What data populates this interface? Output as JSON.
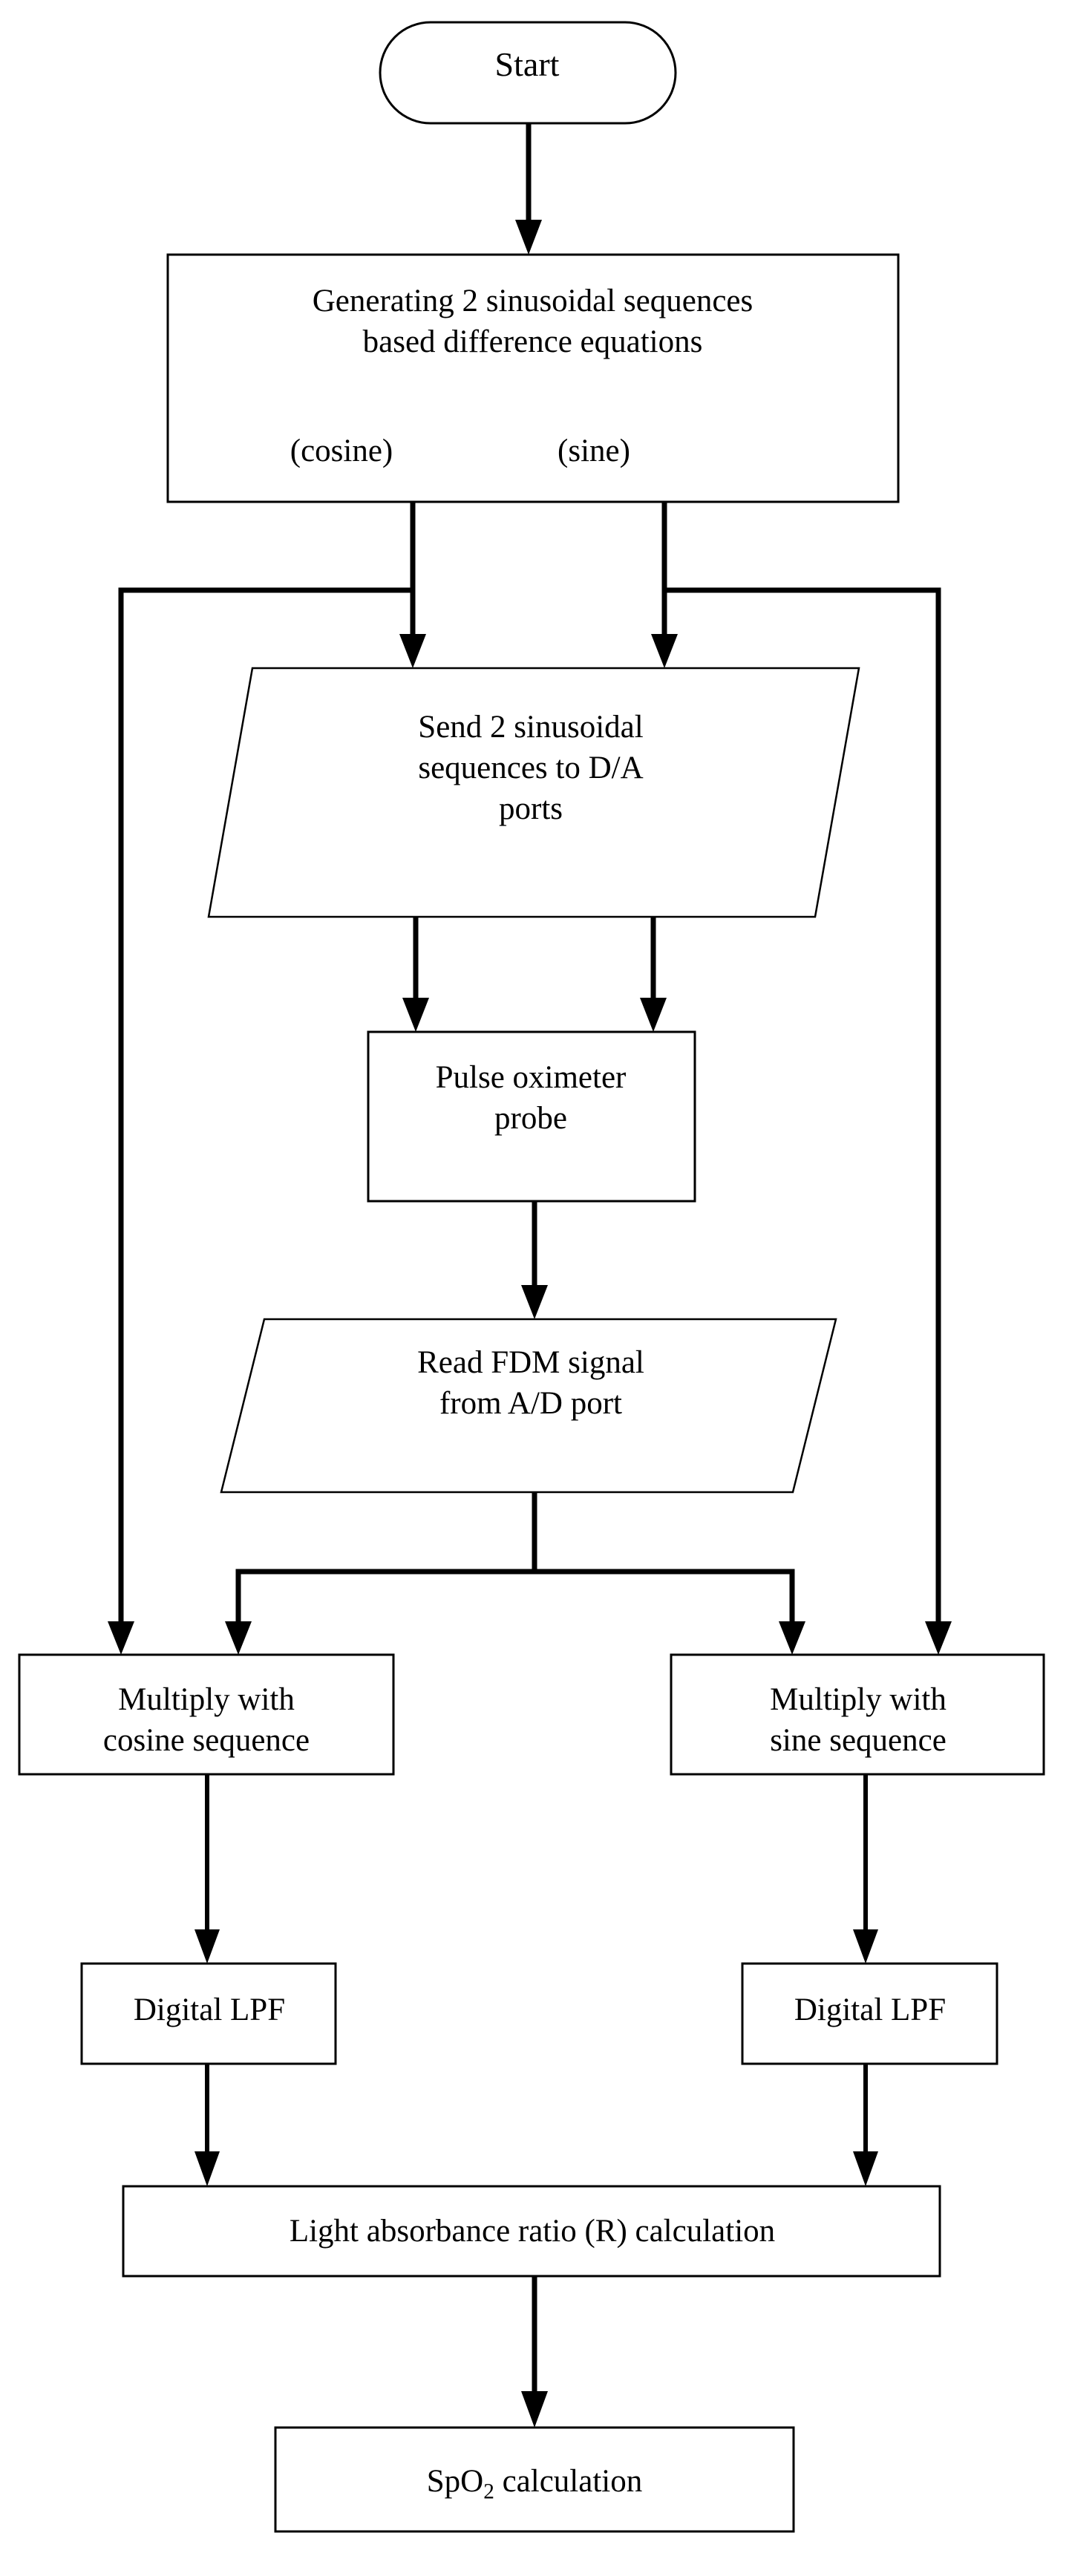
{
  "diagram": {
    "type": "flowchart",
    "title": "FDM pulse oximetry signal processing flowchart",
    "background_color": "#ffffff",
    "line_color": "#000000",
    "nodes": [
      {
        "id": "start",
        "shape": "terminator-rounded",
        "label": "Start"
      },
      {
        "id": "generate",
        "shape": "rectangle",
        "label": "Generating 2 sinusoidal sequences\nbased difference equations"
      },
      {
        "id": "cosine",
        "shape": "text-label",
        "label": "(cosine)"
      },
      {
        "id": "sine",
        "shape": "text-label",
        "label": "(sine)"
      },
      {
        "id": "send_da",
        "shape": "parallelogram",
        "label": "Send 2 sinusoidal\nsequences to D/A\nports"
      },
      {
        "id": "probe",
        "shape": "rectangle",
        "label": "Pulse oximeter\nprobe"
      },
      {
        "id": "read_ad",
        "shape": "parallelogram",
        "label": "Read FDM signal\nfrom A/D port"
      },
      {
        "id": "mul_cos",
        "shape": "rectangle",
        "label": "Multiply with\ncosine sequence"
      },
      {
        "id": "mul_sin",
        "shape": "rectangle",
        "label": "Multiply with\nsine sequence"
      },
      {
        "id": "lpf_cos",
        "shape": "rectangle",
        "label": "Digital LPF"
      },
      {
        "id": "lpf_sin",
        "shape": "rectangle",
        "label": "Digital LPF"
      },
      {
        "id": "ratio",
        "shape": "rectangle",
        "label": "Light absorbance ratio (R) calculation"
      },
      {
        "id": "spo2",
        "shape": "rectangle",
        "label_prefix": "SpO",
        "label_sub": "2",
        "label_suffix": " calculation"
      }
    ],
    "edges": [
      {
        "from": "start",
        "to": "generate"
      },
      {
        "from": "generate",
        "to": "send_da",
        "note": "cosine branch"
      },
      {
        "from": "generate",
        "to": "send_da",
        "note": "sine branch"
      },
      {
        "from": "generate",
        "to": "mul_cos",
        "note": "cosine bypass down left side"
      },
      {
        "from": "generate",
        "to": "mul_sin",
        "note": "sine bypass down right side"
      },
      {
        "from": "send_da",
        "to": "probe",
        "note": "two parallel lines"
      },
      {
        "from": "probe",
        "to": "read_ad"
      },
      {
        "from": "read_ad",
        "to": "mul_cos",
        "note": "split left"
      },
      {
        "from": "read_ad",
        "to": "mul_sin",
        "note": "split right"
      },
      {
        "from": "mul_cos",
        "to": "lpf_cos"
      },
      {
        "from": "mul_sin",
        "to": "lpf_sin"
      },
      {
        "from": "lpf_cos",
        "to": "ratio"
      },
      {
        "from": "lpf_sin",
        "to": "ratio"
      },
      {
        "from": "ratio",
        "to": "spo2"
      }
    ]
  }
}
